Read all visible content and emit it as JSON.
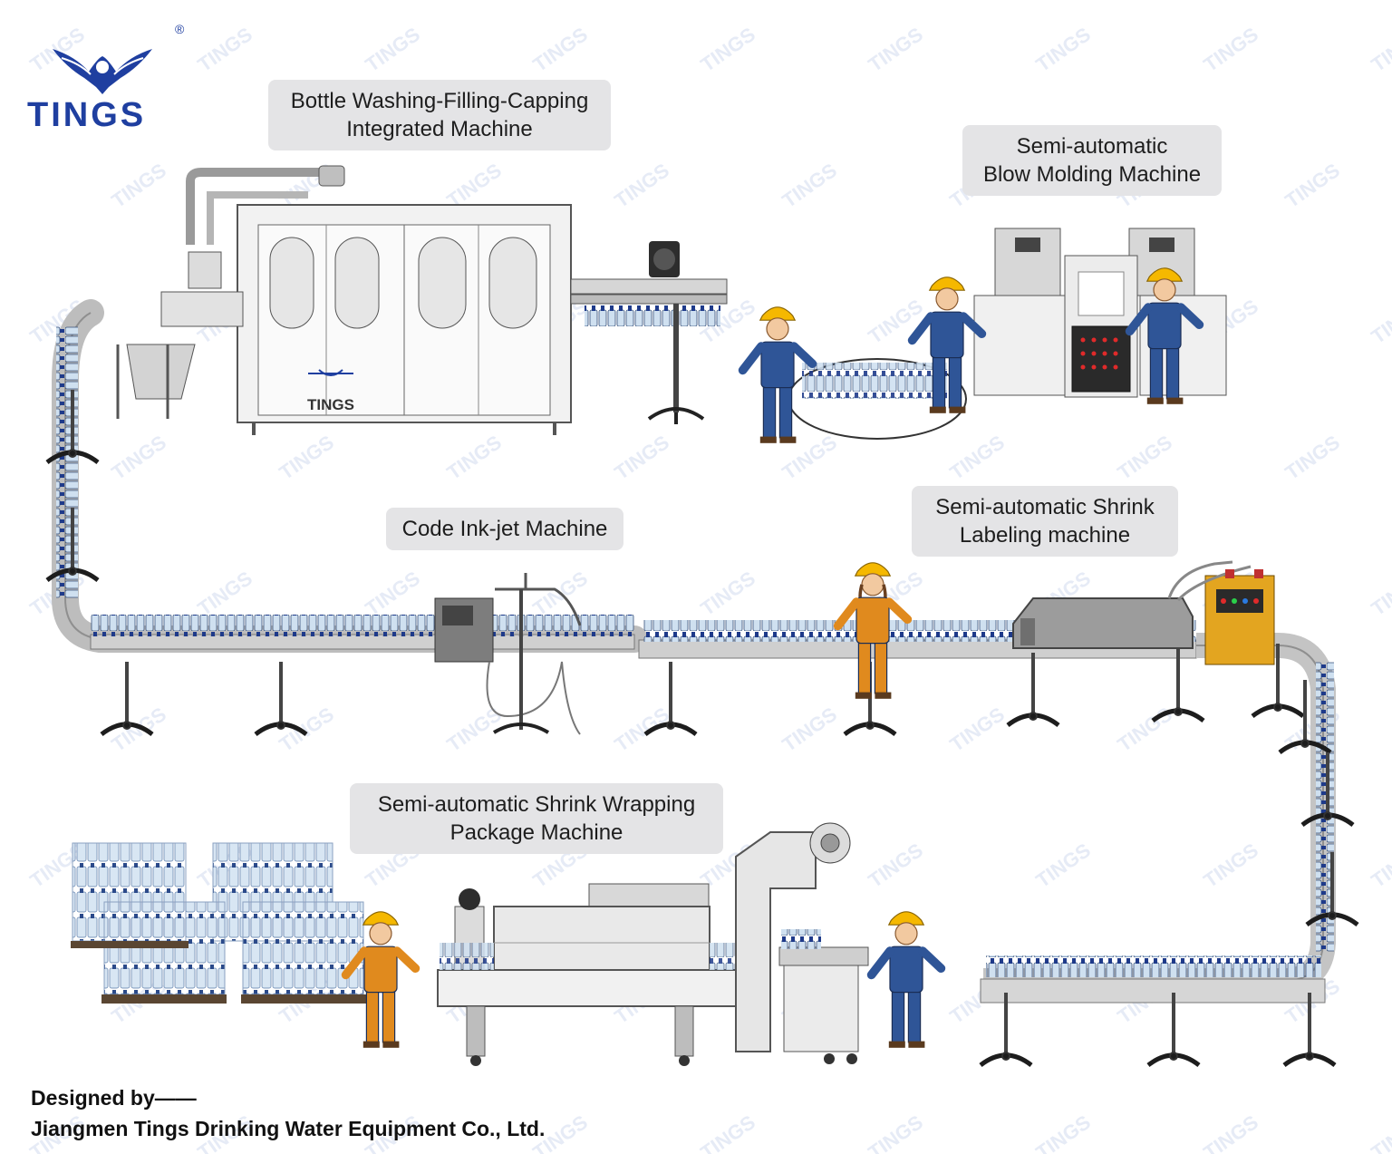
{
  "brand": {
    "name": "TINGS",
    "registered_mark": "®",
    "accent_color": "#1f3fa0",
    "watermark_text": "TINGS",
    "machine_badge_text": "TINGS"
  },
  "stations": [
    {
      "id": "washing",
      "line1": "Bottle Washing-Filling-Capping",
      "line2": "Integrated Machine"
    },
    {
      "id": "blow",
      "line1": "Semi-automatic",
      "line2": "Blow Molding Machine"
    },
    {
      "id": "inkjet",
      "line1": "Code Ink-jet Machine",
      "line2": ""
    },
    {
      "id": "shrink_label",
      "line1": "Semi-automatic Shrink",
      "line2": "Labeling machine"
    },
    {
      "id": "shrink_wrap",
      "line1": "Semi-automatic Shrink Wrapping",
      "line2": "Package Machine"
    }
  ],
  "credit": {
    "designed_by": "Designed by——",
    "company": "Jiangmen Tings Drinking Water Equipment Co., Ltd."
  },
  "colors": {
    "machine_fill": "#eeeeee",
    "machine_stroke": "#555555",
    "worker_uniform": "#2f5597",
    "worker_helmet": "#f5b800",
    "bottle_cap": "#1e3a8a",
    "bottle_body": "#cfe0f0",
    "label_bg": "#e4e4e6"
  }
}
